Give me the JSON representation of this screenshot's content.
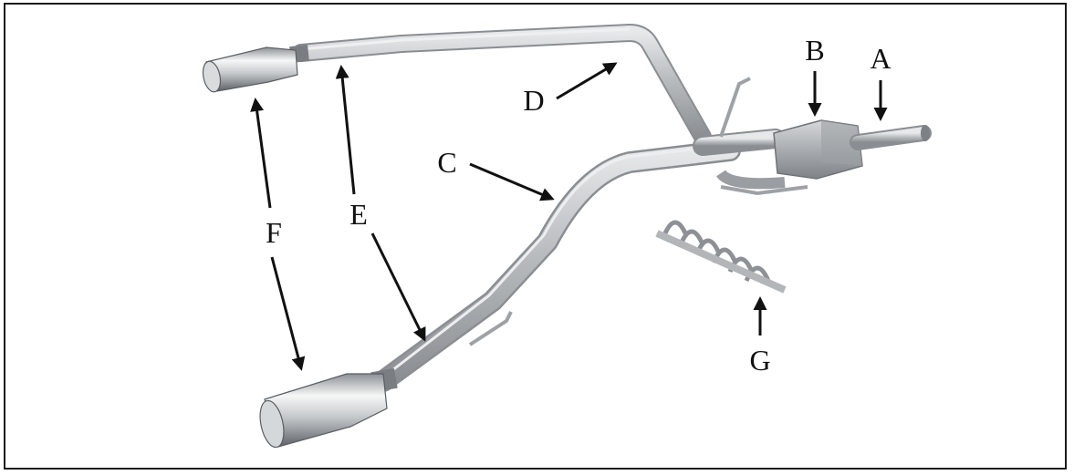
{
  "colors": {
    "pipe": "#b9bcbf",
    "pipe_dark": "#8e9296",
    "pipe_light": "#e3e5e6",
    "chrome_light": "#f5f6f6",
    "chrome_dark": "#6e7276",
    "arrow": "#111111",
    "border": "#1a1a1a"
  },
  "labels": {
    "A": "A",
    "B": "B",
    "C": "C",
    "D": "D",
    "E": "E",
    "F": "F",
    "G": "G"
  }
}
